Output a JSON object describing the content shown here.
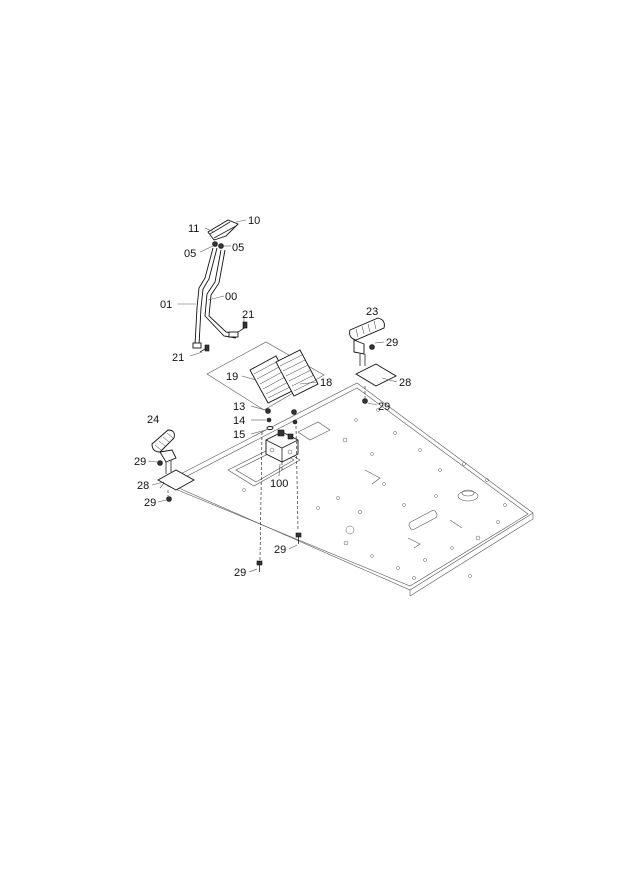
{
  "labels": {
    "l10": "10",
    "l11": "11",
    "l05a": "05",
    "l05b": "05",
    "l01": "01",
    "l00": "00",
    "l21a": "21",
    "l21b": "21",
    "l23": "23",
    "l29a": "29",
    "l28a": "28",
    "l29b": "29",
    "l19": "19",
    "l18": "18",
    "l13": "13",
    "l14": "14",
    "l15": "15",
    "l24": "24",
    "l29c": "29",
    "l28b": "28",
    "l29d": "29",
    "l100": "100",
    "l29e": "29",
    "l29f": "29"
  }
}
